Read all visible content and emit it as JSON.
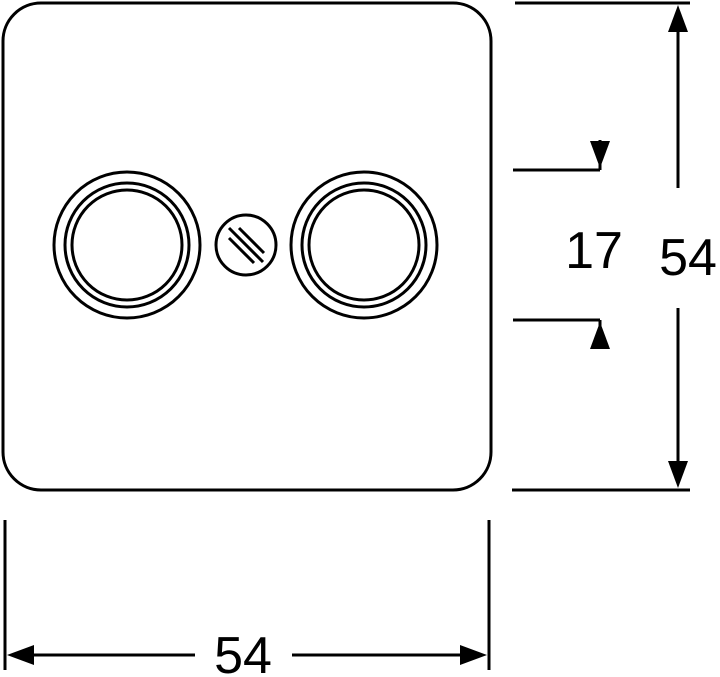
{
  "dimensions": {
    "width_label": "54",
    "height_label": "54",
    "spacing_label": "17"
  },
  "colors": {
    "line": "#000000",
    "background": "#ffffff"
  }
}
